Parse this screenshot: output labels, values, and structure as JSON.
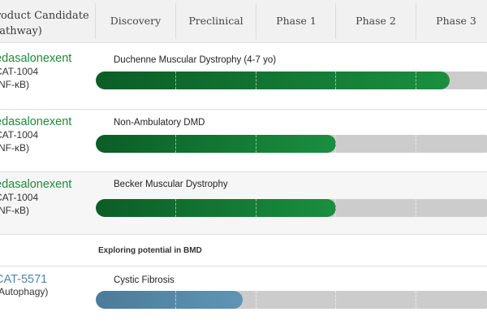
{
  "header": {
    "candidate_line1": "Product Candidate",
    "candidate_line2": "(Pathway)",
    "phases": [
      "Discovery",
      "Preclinical",
      "Phase 1",
      "Phase 2",
      "Phase 3"
    ]
  },
  "pipeline": [
    {
      "candidate": "edasalonexent",
      "code": "CAT-1004",
      "pathway": "(NF-κB)",
      "indication": "Duchenne Muscular Dystrophy (4-7 yo)",
      "progress": 0.89,
      "color": "green"
    },
    {
      "candidate": "edasalonexent",
      "code": "CAT-1004",
      "pathway": "(NF-κB)",
      "indication": "Non-Ambulatory DMD",
      "progress": 0.605,
      "color": "green"
    },
    {
      "candidate": "edasalonexent",
      "code": "CAT-1004",
      "pathway": "(NF-κB)",
      "indication": "Becker Muscular Dystrophy",
      "progress": 0.605,
      "color": "green"
    },
    {
      "note": "Exploring potential in BMD"
    },
    {
      "candidate": "CAT-5571",
      "pathway": "(Autophagy)",
      "indication": "Cystic Fibrosis",
      "progress": 0.37,
      "color": "blue"
    }
  ],
  "colors": {
    "green": "#1a8f3f",
    "dark_green": "#0b5d26",
    "blue": "#5f95b4",
    "track": "#cccccc",
    "header_bg": "#f1f1f1"
  }
}
